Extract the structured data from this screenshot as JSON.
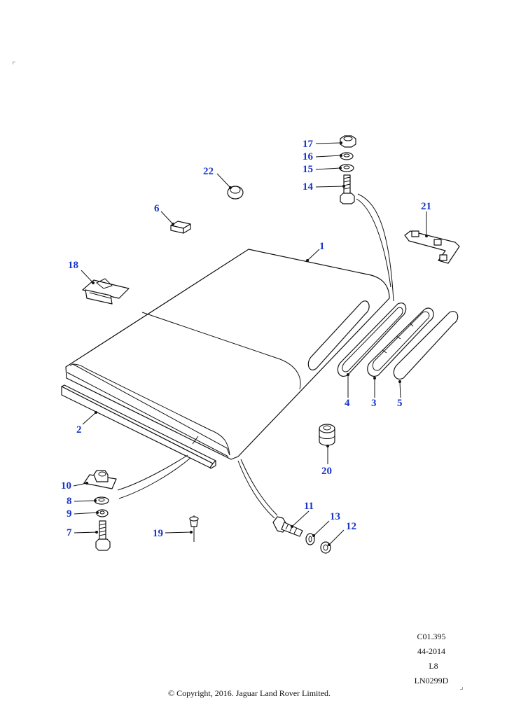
{
  "callouts": [
    "1",
    "2",
    "3",
    "4",
    "5",
    "6",
    "7",
    "8",
    "9",
    "10",
    "11",
    "12",
    "13",
    "14",
    "15",
    "16",
    "17",
    "18",
    "19",
    "20",
    "21",
    "22"
  ],
  "meta": {
    "code1": "C01.395",
    "code2": "44-2014",
    "code3": "L8",
    "code4": "LN0299D"
  },
  "copyright": "© Copyright, 2016. Jaguar Land Rover Limited."
}
